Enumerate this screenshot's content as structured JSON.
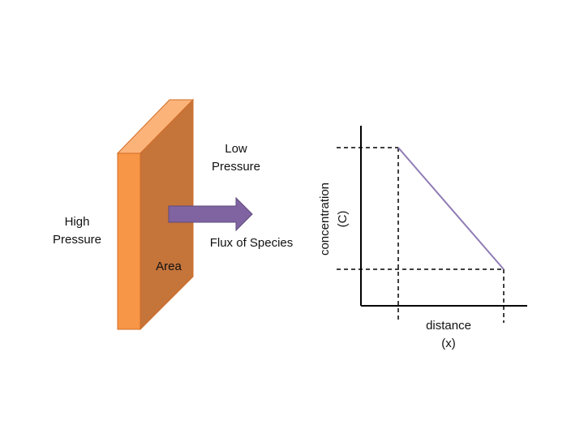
{
  "labels": {
    "high_pressure": [
      "High",
      "Pressure"
    ],
    "low_pressure": [
      "Low",
      "Pressure"
    ],
    "area": "Area",
    "flux": "Flux of Species",
    "y_axis": [
      "concentration",
      "(C)"
    ],
    "x_axis": [
      "distance",
      "(x)"
    ]
  },
  "colors": {
    "slab_front": "#f79646",
    "slab_top": "#fbb37a",
    "slab_side": "#c5743a",
    "slab_edge": "#d26d26",
    "arrow_fill": "#8064a2",
    "arrow_stroke": "#5e4a7c",
    "gradient_line": "#8f7bb5",
    "axis": "#000000"
  },
  "icons": {
    "slab": "membrane-slab-icon",
    "arrow": "flux-arrow-icon"
  }
}
